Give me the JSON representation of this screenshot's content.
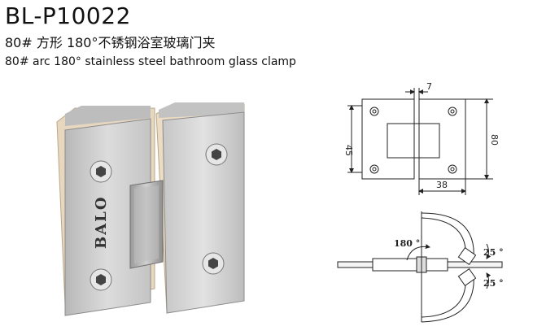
{
  "header": {
    "model": "BL-P10022",
    "title_cn": "80# 方形 180°不锈钢浴室玻璃门夹",
    "title_en": "80# arc 180° stainless steel bathroom glass clamp"
  },
  "product": {
    "brand": "BALO",
    "color_steel": "#c9c9c9",
    "color_gasket": "#e8d7bf"
  },
  "drawing": {
    "dim_gap": "7",
    "dim_height_left": "45",
    "dim_height_right": "80",
    "dim_width": "38",
    "angle_main": "180 °",
    "angle_top": "25 °",
    "angle_bottom": "25 °"
  }
}
